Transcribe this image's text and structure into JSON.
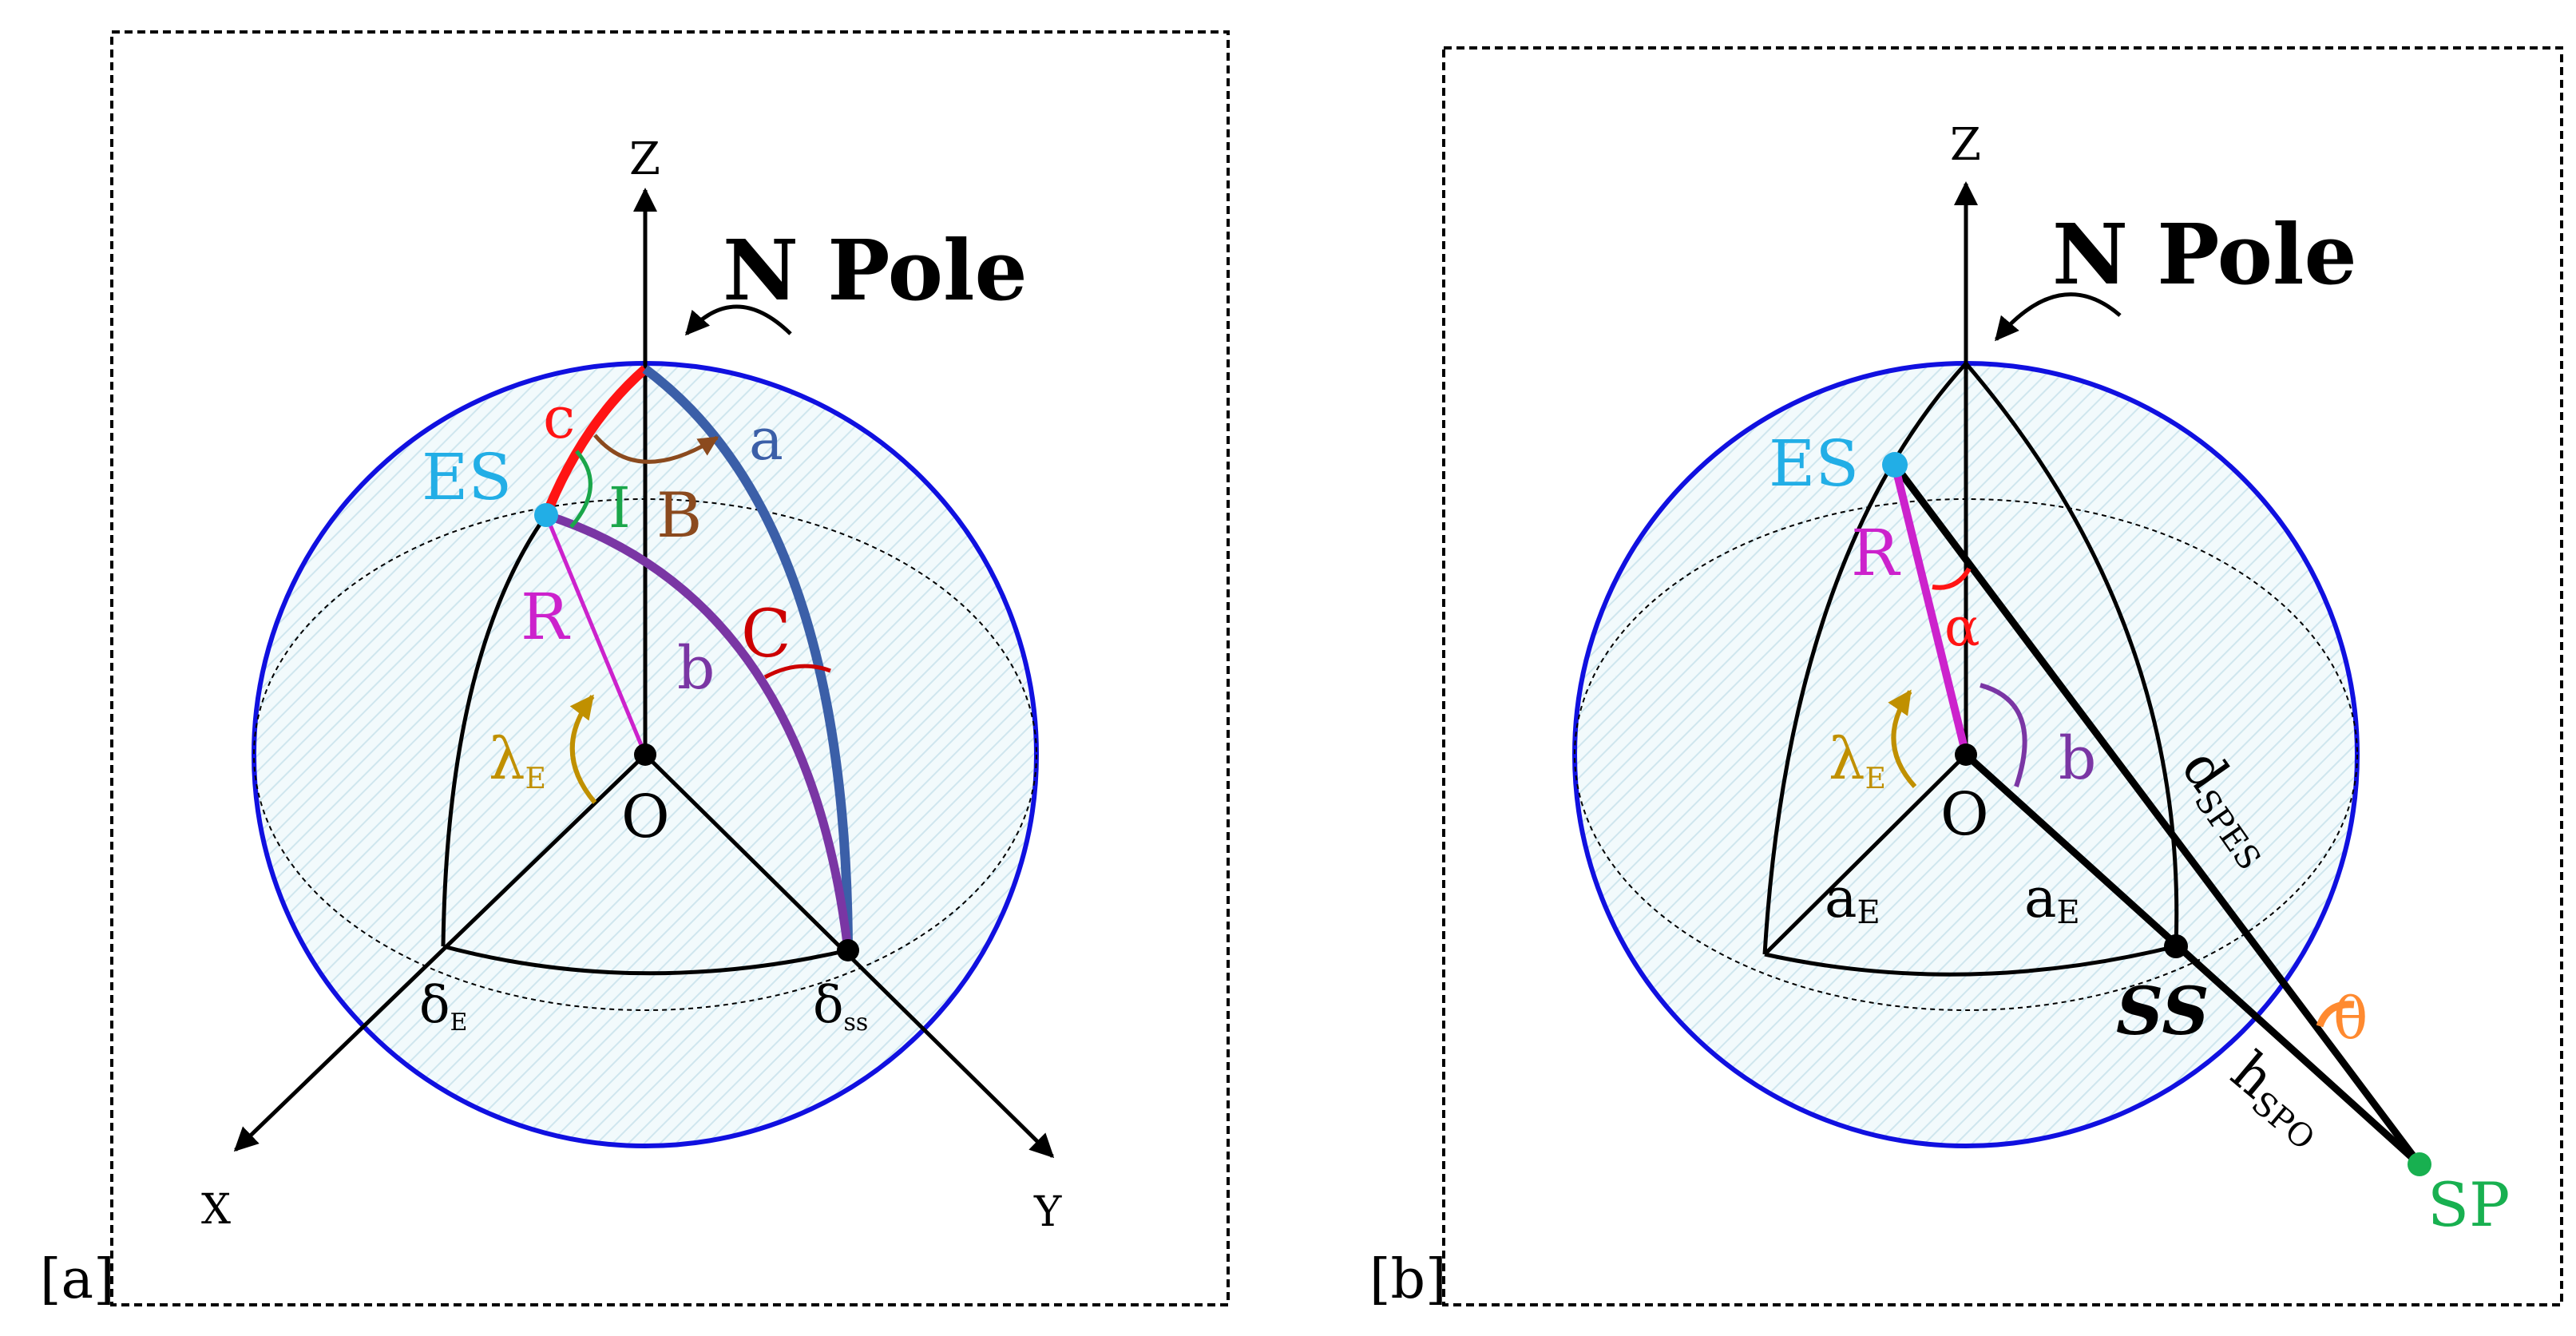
{
  "colors": {
    "sphere": "#1010e0",
    "hatch": "#d6ecf2",
    "es": "#22aee6",
    "red": "#ff1414",
    "blue_arc": "#3b5fa8",
    "purple": "#7a36a4",
    "brown": "#8b4a1e",
    "green": "#1aa64a",
    "magenta": "#cc22cc",
    "gold": "#c09000",
    "darkred": "#cc0000",
    "orange": "#ff8a30",
    "sp": "#18b050"
  },
  "panel_a": {
    "tag": "[a]",
    "axis_z": "Z",
    "axis_x": "X",
    "axis_y": "Y",
    "pole": "N Pole",
    "es": "ES",
    "c": "c",
    "a": "a",
    "i": "I",
    "b_angle": "B",
    "r": "R",
    "b_arc": "b",
    "c_angle": "C",
    "lambda": "λ",
    "lambda_sub": "E",
    "o": "O",
    "delta_e": "δ",
    "delta_e_sub": "E",
    "delta_ss": "δ",
    "delta_ss_sub": "ss"
  },
  "panel_b": {
    "tag": "[b]",
    "axis_z": "Z",
    "pole": "N Pole",
    "es": "ES",
    "r": "R",
    "alpha": "α",
    "lambda": "λ",
    "lambda_sub": "E",
    "o": "O",
    "b_arc": "b",
    "d": "d",
    "d_sub": "SPES",
    "ae1": "a",
    "ae1_sub": "E",
    "ae2": "a",
    "ae2_sub": "E",
    "ss": "SS",
    "theta": "θ",
    "h": "h",
    "h_sub": "SPO",
    "sp": "SP"
  }
}
